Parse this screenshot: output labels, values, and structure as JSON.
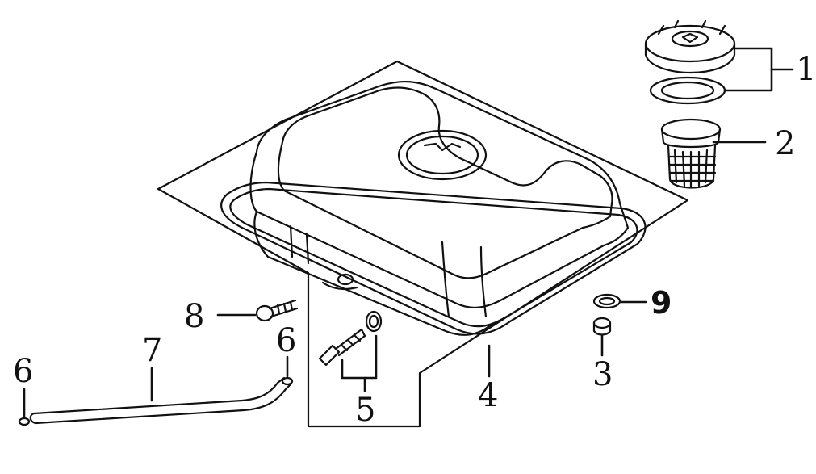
{
  "diagram": {
    "kind": "exploded-parts-view",
    "line_color": "#111111",
    "background": "#ffffff",
    "callouts": [
      {
        "id": "c1",
        "label": "1",
        "part": "fuel-cap"
      },
      {
        "id": "c2",
        "label": "2",
        "part": "fuel-filter-strainer"
      },
      {
        "id": "c3",
        "label": "3",
        "part": "drain-bolt"
      },
      {
        "id": "c4",
        "label": "4",
        "part": "fuel-tank"
      },
      {
        "id": "c5",
        "label": "5",
        "part": "fuel-valve"
      },
      {
        "id": "c6a",
        "label": "6",
        "part": "hose-clamp"
      },
      {
        "id": "c6b",
        "label": "6",
        "part": "hose-clamp"
      },
      {
        "id": "c7",
        "label": "7",
        "part": "fuel-hose"
      },
      {
        "id": "c8",
        "label": "8",
        "part": "tank-bolt"
      },
      {
        "id": "c9",
        "label": "9",
        "part": "sealing-washer"
      }
    ]
  }
}
